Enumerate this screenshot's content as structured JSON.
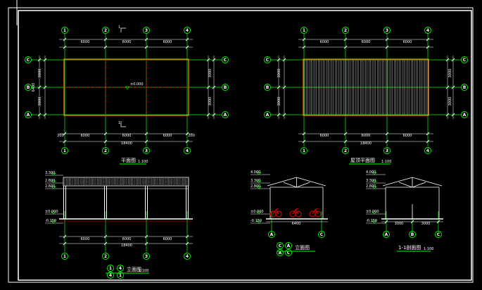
{
  "colors": {
    "background": "#000000",
    "frame": "#ffffff",
    "grid": "#00ff00",
    "dimension": "#ffffff",
    "axis_line_red": "#ff0000",
    "wall_orange": "#ff8000",
    "roof_hatch": "#c8c8c8",
    "bicycle": "#ff0000"
  },
  "axes": {
    "numbers": [
      "1",
      "2",
      "3",
      "4"
    ],
    "letters": [
      "A",
      "B",
      "C"
    ]
  },
  "plan": {
    "title": "平面图",
    "scale": "1:100",
    "spacings_top": [
      "6000",
      "6000",
      "6000"
    ],
    "spacings_side": [
      "3000",
      "3000"
    ],
    "overall_width": "18400",
    "overall_depth": "6400",
    "edge_offsets": [
      "200",
      "200"
    ],
    "elevation_mark": "±0.000",
    "section_mark": "1"
  },
  "roof_plan": {
    "title": "屋顶平面图",
    "scale": "1:100",
    "spacings_top": [
      "6000",
      "6000",
      "6000"
    ],
    "spacings_side": [
      "3000",
      "3000"
    ],
    "overall_width": "18400"
  },
  "front_elevation": {
    "title": "立面图",
    "scale": "1:100",
    "axis_from": "1",
    "axis_to": "4",
    "levels": [
      "3.300",
      "2.800",
      "2.600",
      "±0.000",
      "-0.150"
    ],
    "spacings": [
      "6000",
      "6000",
      "6000"
    ],
    "overall": "18400"
  },
  "side_elevation": {
    "title": "立面图",
    "axis_from": "A",
    "axis_to": "C",
    "levels": [
      "4.000",
      "3.300",
      "2.800",
      "±0.000",
      "-0.150"
    ],
    "span": "6400"
  },
  "section": {
    "title": "1-1剖面图",
    "scale": "1:100",
    "levels": [
      "4.000",
      "3.300",
      "2.800",
      "±0.000",
      "-0.150"
    ],
    "spacings": [
      "3000",
      "3000"
    ]
  }
}
